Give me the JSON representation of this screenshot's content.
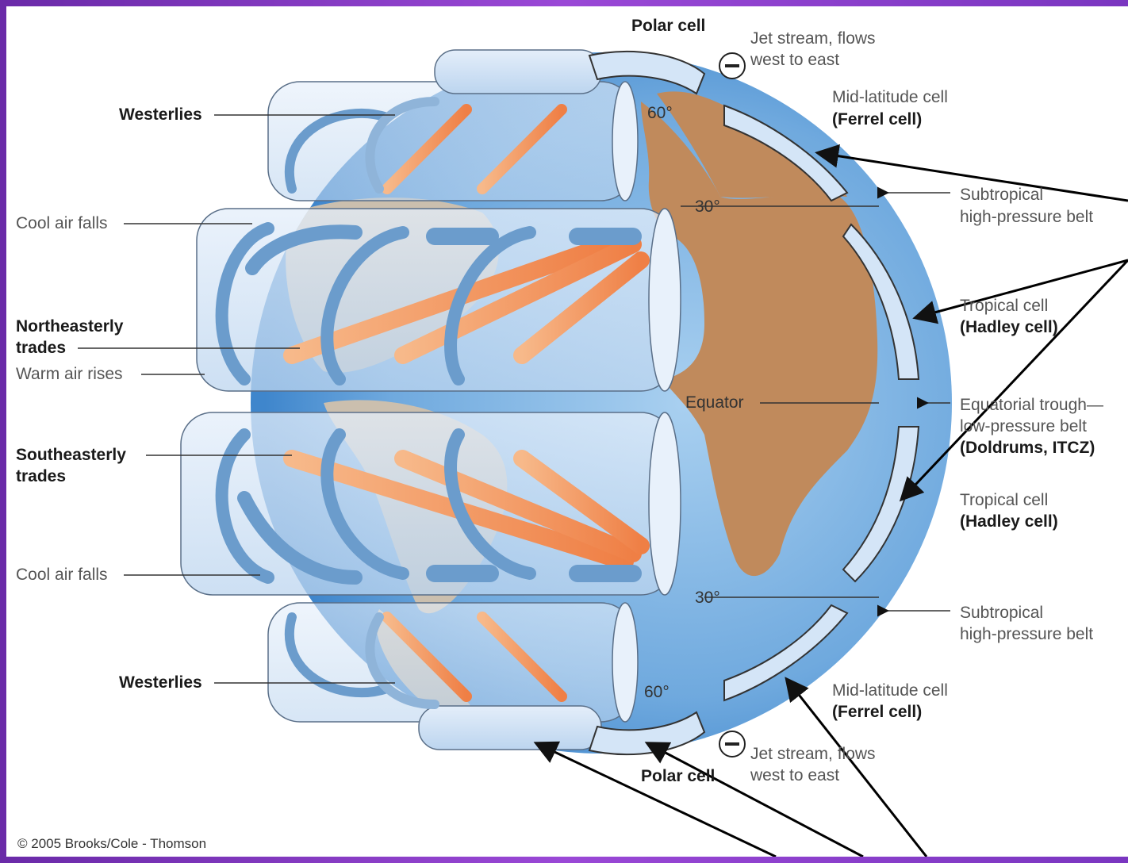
{
  "labels": {
    "polar_cell_top": "Polar cell",
    "polar_cell_bottom": "Polar cell",
    "jet_stream_top_1": "Jet stream, flows",
    "jet_stream_top_2": "west to east",
    "jet_stream_bottom_1": "Jet stream, flows",
    "jet_stream_bottom_2": "west to east",
    "mid_lat_top_1": "Mid-latitude cell",
    "mid_lat_top_2": "(Ferrel cell)",
    "mid_lat_bottom_1": "Mid-latitude cell",
    "mid_lat_bottom_2": "(Ferrel cell)",
    "subtropical_top_1": "Subtropical",
    "subtropical_top_2": "high-pressure belt",
    "subtropical_bottom_1": "Subtropical",
    "subtropical_bottom_2": "high-pressure belt",
    "tropical_top_1": "Tropical cell",
    "tropical_top_2": "(Hadley cell)",
    "tropical_bottom_1": "Tropical cell",
    "tropical_bottom_2": "(Hadley cell)",
    "equatorial_1": "Equatorial trough—",
    "equatorial_2": "low-pressure belt",
    "equatorial_3": "(Doldrums, ITCZ)",
    "westerlies_top": "Westerlies",
    "westerlies_bottom": "Westerlies",
    "cool_air_top": "Cool air falls",
    "cool_air_bottom": "Cool air falls",
    "ne_trades_1": "Northeasterly",
    "ne_trades_2": "trades",
    "warm_air": "Warm air rises",
    "se_trades_1": "Southeasterly",
    "se_trades_2": "trades",
    "lat_60_n": "60°",
    "lat_30_n": "30°",
    "equator": "Equator",
    "lat_30_s": "30°",
    "lat_60_s": "60°",
    "copyright": "© 2005 Brooks/Cole - Thomson"
  },
  "colors": {
    "ocean": "#8fbde6",
    "ocean_deep": "#4f94d4",
    "land": "#c08a5c",
    "band": "#cfe2f5",
    "warm_arrow": "#f2955a",
    "cool_arrow": "#6b9ccc"
  }
}
